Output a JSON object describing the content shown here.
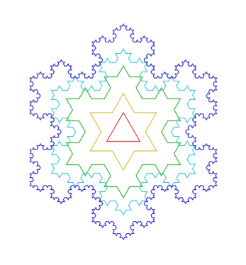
{
  "figure": {
    "type": "nested Koch snowflake iterations",
    "background": "#ffffff",
    "curves": [
      {
        "iteration": 0,
        "color": "#e03a3a"
      },
      {
        "iteration": 1,
        "color": "#d8c23a"
      },
      {
        "iteration": 2,
        "color": "#3ab83a"
      },
      {
        "iteration": 3,
        "color": "#4cc8d8"
      },
      {
        "iteration": 4,
        "color": "#3a3ac8"
      }
    ]
  }
}
